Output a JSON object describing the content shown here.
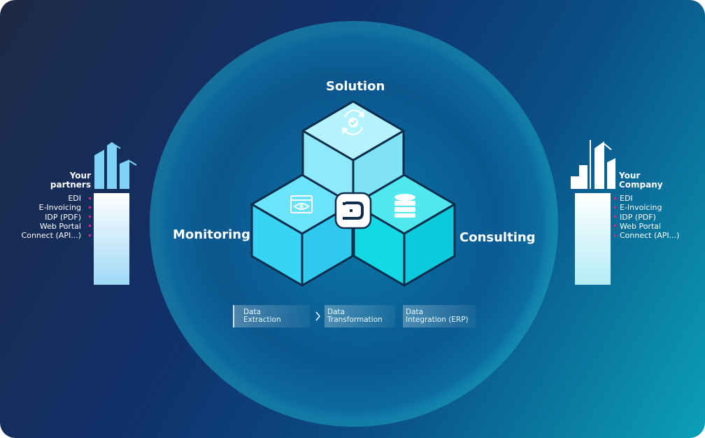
{
  "pillars": {
    "solution": "Solution",
    "monitoring": "Monitoring",
    "consulting": "Consulting"
  },
  "partners": {
    "title_line1": "Your",
    "title_line2": "partners",
    "items": [
      "EDI",
      "E-Invoicing",
      "IDP (PDF)",
      "Web Portal",
      "Connect (API...)"
    ]
  },
  "company": {
    "title_line1": "Your",
    "title_line2": "Company",
    "items": [
      "EDI",
      "E-Invoicing",
      "IDP (PDF)",
      "Web Portal",
      "Connect (API...)"
    ]
  },
  "steps": [
    {
      "line1": "Data",
      "line2": "Extraction"
    },
    {
      "line1": "Data",
      "line2": "Transformation"
    },
    {
      "line1": "Data",
      "line2": "Integration (ERP)"
    }
  ],
  "colors": {
    "cube_light": "#8cecf9",
    "cube_blue": "#37d4f5",
    "cube_teal": "#0fd9e6",
    "accent_dot": "#e0218a",
    "background_dark": "#1d2a45"
  },
  "icons": [
    "sync-check-icon",
    "eye-monitor-icon",
    "database-icon",
    "logo-icon"
  ]
}
